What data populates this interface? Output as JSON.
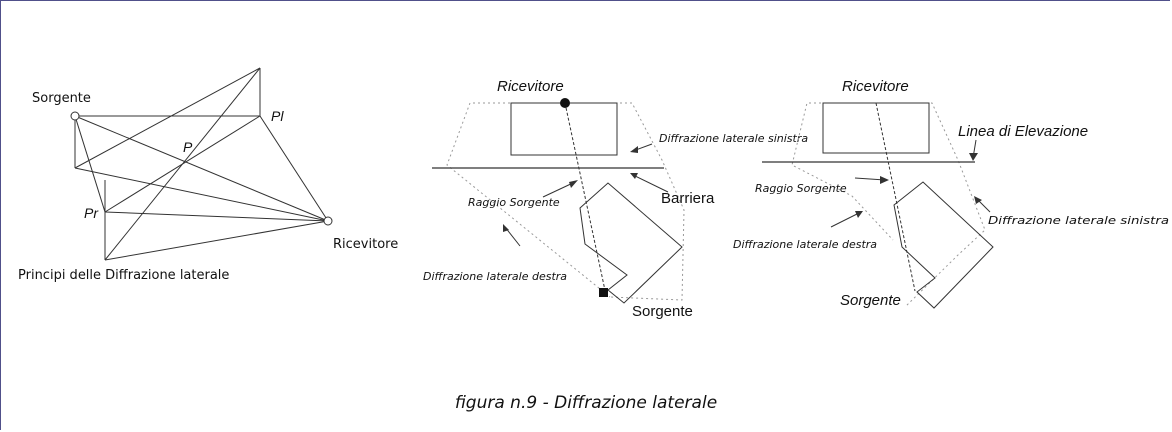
{
  "diagram1": {
    "sorgente": "Sorgente",
    "pl": "Pl",
    "p": "P",
    "pr": "Pr",
    "ricevitore": "Ricevitore",
    "title": "Principi delle Diffrazione laterale"
  },
  "diagram2": {
    "ricevitore": "Ricevitore",
    "diffr_sinistra": "Diffrazione laterale sinistra",
    "raggio": "Raggio Sorgente",
    "barriera": "Barriera",
    "diffr_destra": "Diffrazione laterale destra",
    "sorgente": "Sorgente"
  },
  "diagram3": {
    "ricevitore": "Ricevitore",
    "linea": "Linea di Elevazione",
    "raggio": "Raggio Sorgente",
    "diffr_sinistra": "Diffrazione laterale sinistra",
    "diffr_destra": "Diffrazione laterale destra",
    "sorgente": "Sorgente"
  },
  "caption": "figura n.9 - Diffrazione laterale"
}
